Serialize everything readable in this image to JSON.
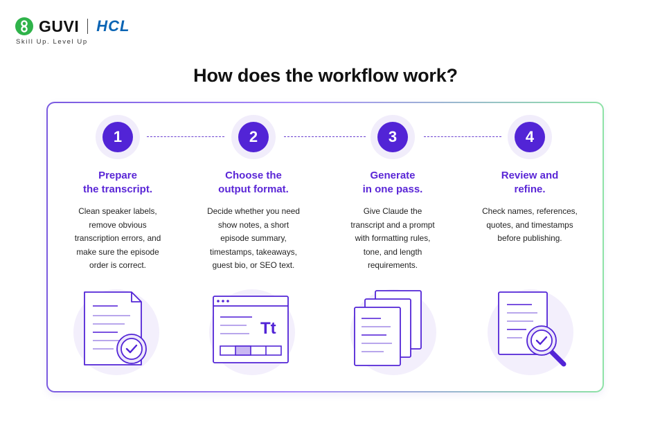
{
  "brand": {
    "guvi": "GUVI",
    "hcl": "HCL",
    "tagline": "Skill Up. Level Up"
  },
  "title": "How does the workflow work?",
  "steps": [
    {
      "number": "1",
      "heading_line1": "Prepare",
      "heading_line2": "the transcript.",
      "desc": [
        "Clean speaker labels,",
        "remove obvious",
        "transcription errors, and",
        "make sure the episode",
        "order is correct."
      ],
      "icon": "document-check-icon"
    },
    {
      "number": "2",
      "heading_line1": "Choose the",
      "heading_line2": "output format.",
      "desc": [
        "Decide whether you need",
        "show notes, a short",
        "episode summary,",
        "timestamps, takeaways,",
        "guest bio, or SEO text."
      ],
      "icon": "format-window-icon",
      "icon_text": "Tt"
    },
    {
      "number": "3",
      "heading_line1": "Generate",
      "heading_line2": "in one pass.",
      "desc": [
        "Give Claude the",
        "transcript and a prompt",
        "with formatting rules,",
        "tone, and length",
        "requirements."
      ],
      "icon": "stacked-documents-icon"
    },
    {
      "number": "4",
      "heading_line1": "Review and",
      "heading_line2": "refine.",
      "desc": [
        "Check names, references,",
        "quotes, and timestamps",
        "before publishing."
      ],
      "icon": "document-magnifier-icon"
    }
  ],
  "colors": {
    "accent": "#5224d6",
    "heading": "#5a26d6",
    "guvi_green": "#2fb34a",
    "hcl_blue": "#0a64b4"
  }
}
